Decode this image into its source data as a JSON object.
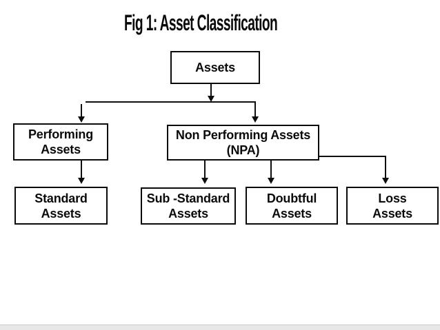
{
  "title": {
    "text": "Fig 1: Asset Classification"
  },
  "diagram": {
    "nodes": {
      "assets": {
        "label": "Assets"
      },
      "performing": {
        "line1": "Performing",
        "line2": "Assets"
      },
      "npa": {
        "line1": "Non Performing Assets",
        "line2": "(NPA)"
      },
      "standard": {
        "line1": "Standard",
        "line2": "Assets"
      },
      "substandard": {
        "line1": "Sub -Standard",
        "line2": "Assets"
      },
      "doubtful": {
        "line1": "Doubtful",
        "line2": "Assets"
      },
      "loss": {
        "line1": "Loss",
        "line2": "Assets"
      }
    },
    "hierarchy": [
      {
        "parent": "Assets",
        "children": [
          "Performing Assets",
          "Non Performing Assets (NPA)"
        ]
      },
      {
        "parent": "Performing Assets",
        "children": [
          "Standard Assets"
        ]
      },
      {
        "parent": "Non Performing Assets (NPA)",
        "children": [
          "Sub -Standard Assets",
          "Doubtful Assets",
          "Loss Assets"
        ]
      }
    ],
    "colors": {
      "background": "#ffffff",
      "box_border": "#000000",
      "text": "#000000",
      "connector": "#000000",
      "footer_band": "#e7e7e7"
    }
  }
}
